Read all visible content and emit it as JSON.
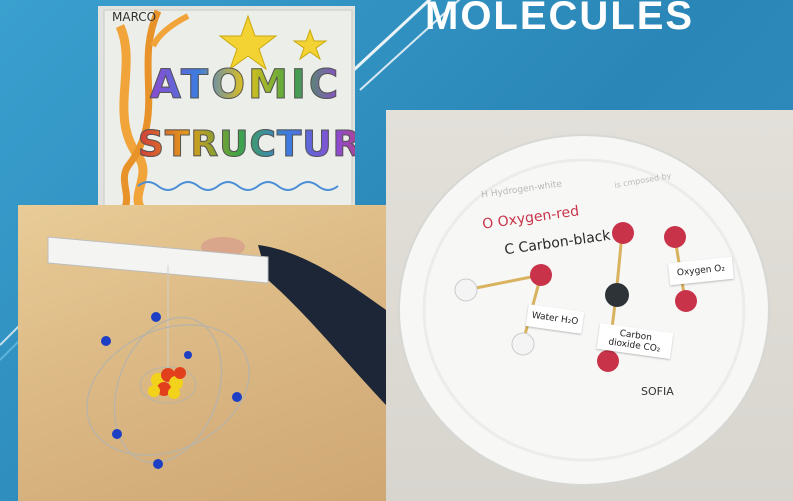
{
  "slide": {
    "title": "MOLECULES"
  },
  "notebook": {
    "author": "MARCO",
    "line1": "ATOMIC",
    "line2": "STRUCTURE"
  },
  "plate": {
    "legend_h": "H  Hydrogen-white",
    "legend_composed": "is cmposed by",
    "legend_o": "O  Oxygen-red",
    "legend_c": "C  Carbon-black",
    "card_water": "Water H₂O",
    "card_co2_a": "Carbon",
    "card_co2_b": "dioxide CO₂",
    "card_o2": "Oxygen O₂",
    "signature": "SOFIA"
  },
  "colors": {
    "background": "#2f8fbf",
    "oxygen": "#c8334a",
    "carbon": "#2e3338",
    "hydrogen": "#f4f4f4",
    "electron": "#1d3fc4",
    "nucleus_yellow": "#f2d21a",
    "nucleus_red": "#e2401d"
  }
}
